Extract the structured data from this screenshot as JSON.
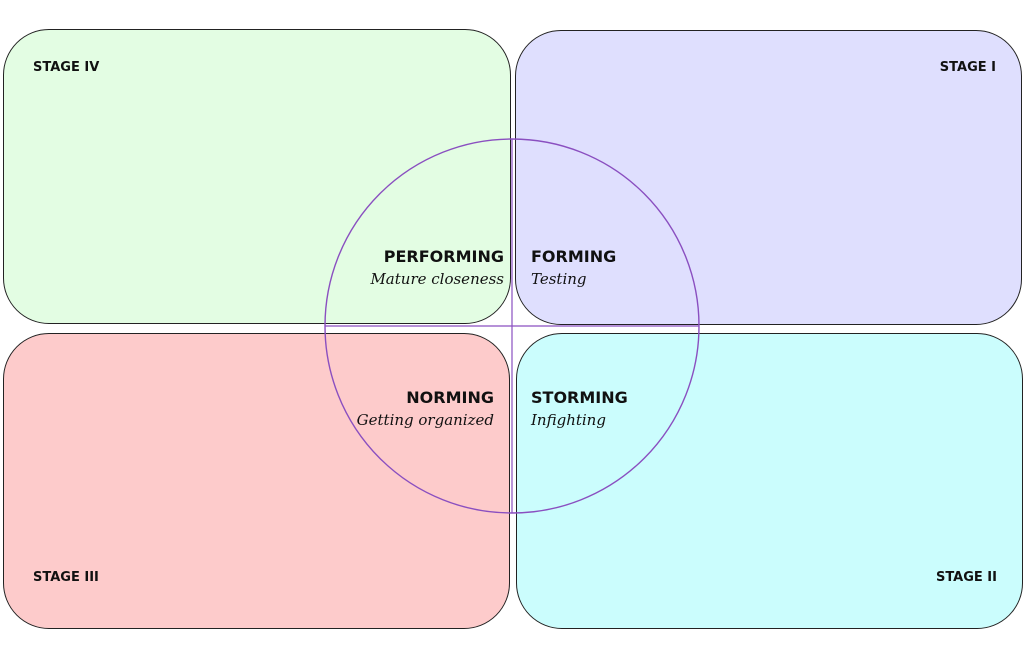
{
  "colors": {
    "stage_iv_fill": "#e3fde3",
    "stage_i_fill": "#dfdffe",
    "stage_iii_fill": "#fdcbcb",
    "stage_ii_fill": "#cbfdfd",
    "border": "#222222",
    "circle_stroke": "#8a4fc0"
  },
  "stages": {
    "iv": {
      "label": "STAGE IV"
    },
    "i": {
      "label": "STAGE I"
    },
    "iii": {
      "label": "STAGE III"
    },
    "ii": {
      "label": "STAGE II"
    }
  },
  "phases": {
    "performing": {
      "name": "PERFORMING",
      "description": "Mature closeness"
    },
    "forming": {
      "name": "FORMING",
      "description": "Testing"
    },
    "norming": {
      "name": "NORMING",
      "description": "Getting organized"
    },
    "storming": {
      "name": "STORMING",
      "description": "Infighting"
    }
  }
}
